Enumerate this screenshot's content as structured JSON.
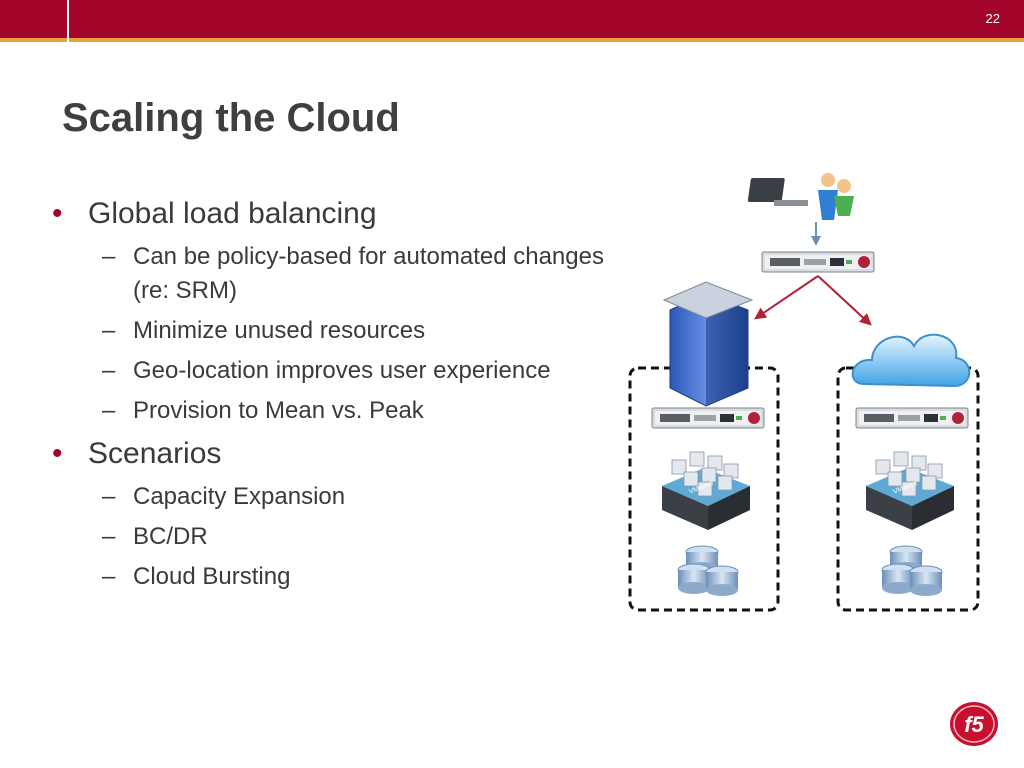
{
  "header": {
    "page_number": "22"
  },
  "slide": {
    "title": "Scaling the Cloud",
    "bullets": [
      {
        "text": "Global load balancing",
        "subs": [
          "Can be policy-based for automated changes (re: SRM)",
          "Minimize unused resources",
          "Geo-location improves user experience",
          "Provision to Mean vs. Peak"
        ]
      },
      {
        "text": "Scenarios",
        "subs": [
          "Capacity Expansion",
          "BC/DR",
          "Cloud Bursting"
        ]
      }
    ]
  },
  "diagram": {
    "vm_label_left": "VMware",
    "vm_label_right": "VMware"
  },
  "logo": {
    "text": "f5"
  },
  "colors": {
    "brand": "#a3052a",
    "accent_line": "#e8a23a",
    "arrow": "#b0223a",
    "text": "#3a3a3a"
  }
}
